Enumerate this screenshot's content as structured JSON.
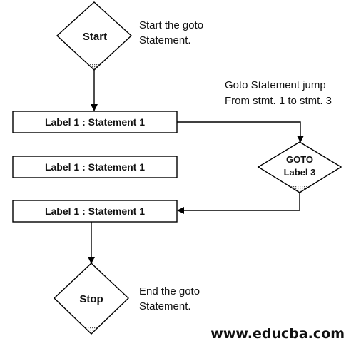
{
  "diagram": {
    "start": {
      "label": "Start",
      "note_line1": "Start the goto",
      "note_line2": "Statement."
    },
    "box1": {
      "label": "Label 1 : Statement 1"
    },
    "box2": {
      "label": "Label 1 : Statement 1"
    },
    "box3": {
      "label": "Label 1 : Statement 1"
    },
    "jump_note": {
      "line1": "Goto Statement jump",
      "line2": "From stmt. 1 to stmt. 3"
    },
    "goto": {
      "line1": "GOTO",
      "line2": "Label 3"
    },
    "stop": {
      "label": "Stop",
      "note_line1": "End the goto",
      "note_line2": "Statement."
    },
    "watermark": "www.educba.com",
    "colors": {
      "stroke": "#000000",
      "text": "#111111",
      "background": "#ffffff"
    }
  }
}
